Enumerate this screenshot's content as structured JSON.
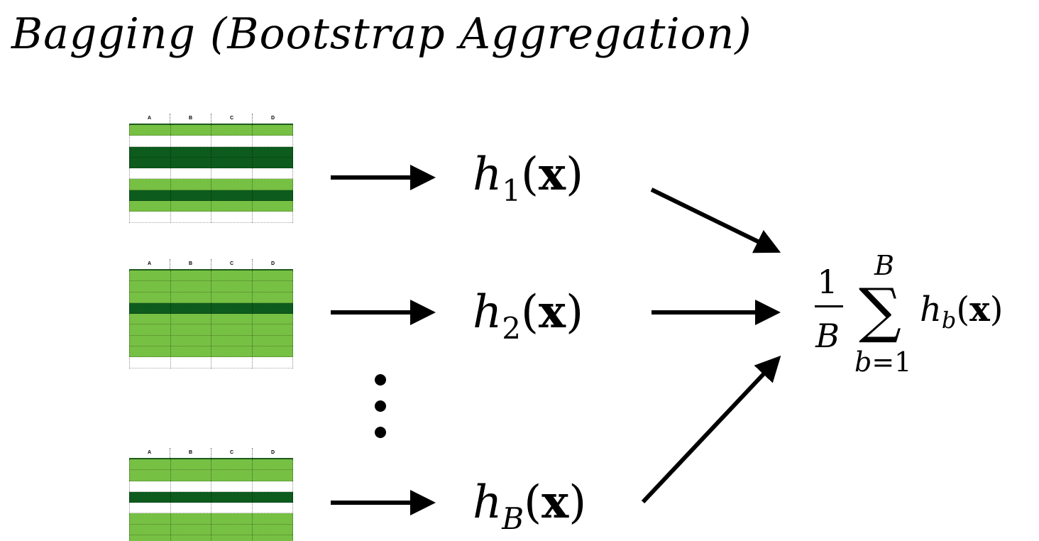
{
  "title": "Bagging (Bootstrap Aggregation)",
  "tables": [
    {
      "columns": [
        "A",
        "B",
        "C",
        "D"
      ],
      "rows": [
        "light",
        "white",
        "dark",
        "dark",
        "white",
        "light",
        "dark",
        "light",
        "white"
      ]
    },
    {
      "columns": [
        "A",
        "B",
        "C",
        "D"
      ],
      "rows": [
        "light",
        "light",
        "light",
        "dark",
        "light",
        "light",
        "light",
        "light",
        "white"
      ]
    },
    {
      "columns": [
        "A",
        "B",
        "C",
        "D"
      ],
      "rows": [
        "light",
        "light",
        "white",
        "dark",
        "white",
        "light",
        "light",
        "light"
      ]
    }
  ],
  "models": [
    {
      "base": "h",
      "subscript": "1",
      "subscript_italic": false,
      "open": "(",
      "arg": "x",
      "close": ")"
    },
    {
      "base": "h",
      "subscript": "2",
      "subscript_italic": false,
      "open": "(",
      "arg": "x",
      "close": ")"
    },
    {
      "base": "h",
      "subscript": "B",
      "subscript_italic": true,
      "open": "(",
      "arg": "x",
      "close": ")"
    }
  ],
  "aggregate": {
    "numerator": "1",
    "denominator": "B",
    "sigma": "∑",
    "upper": "B",
    "lower_var": "b",
    "lower_eq": "=1",
    "term_base": "h",
    "term_sub": "b",
    "term_open": "(",
    "term_arg": "x",
    "term_close": ")"
  },
  "colors": {
    "light": "#76c043",
    "dark": "#0d5b1d",
    "white": "#ffffff",
    "arrow": "#000000"
  }
}
